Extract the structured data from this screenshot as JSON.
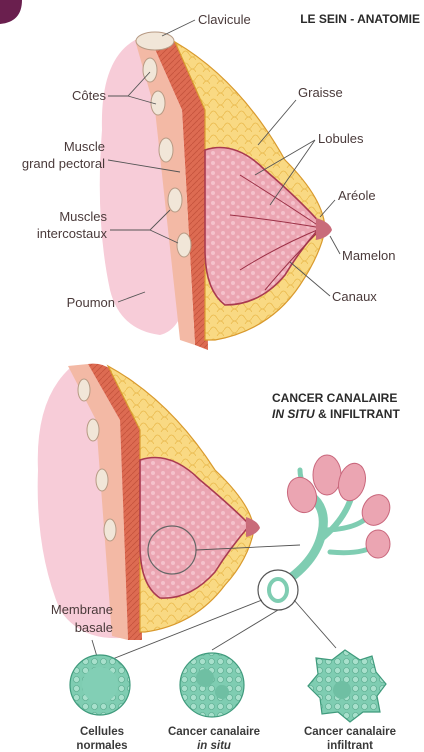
{
  "titles": {
    "anatomy": "LE SEIN - ANATOMIE",
    "cancer_line1": "CANCER CANALAIRE",
    "cancer_line2_italic": "IN SITU",
    "cancer_line2_rest": " & INFILTRANT"
  },
  "labels": {
    "clavicule": "Clavicule",
    "cotes": "Côtes",
    "muscle_gp_1": "Muscle",
    "muscle_gp_2": "grand pectoral",
    "muscles_ic_1": "Muscles",
    "muscles_ic_2": "intercostaux",
    "poumon": "Poumon",
    "graisse": "Graisse",
    "lobules": "Lobules",
    "areole": "Aréole",
    "mamelon": "Mamelon",
    "canaux": "Canaux",
    "membrane_1": "Membrane",
    "membrane_2": "basale"
  },
  "captions": {
    "normal_1": "Cellules",
    "normal_2": "normales",
    "insitu_1": "Cancer canalaire",
    "insitu_2": "in situ",
    "infiltrant_1": "Cancer canalaire",
    "infiltrant_2": "infiltrant"
  },
  "colors": {
    "skin": "#f6c8d4",
    "fat": "#f8d67a",
    "muscle": "#d9654d",
    "gland": "#e7a0ad",
    "teal": "#6fc3a8",
    "corner_badge": "#6a1f4e"
  }
}
